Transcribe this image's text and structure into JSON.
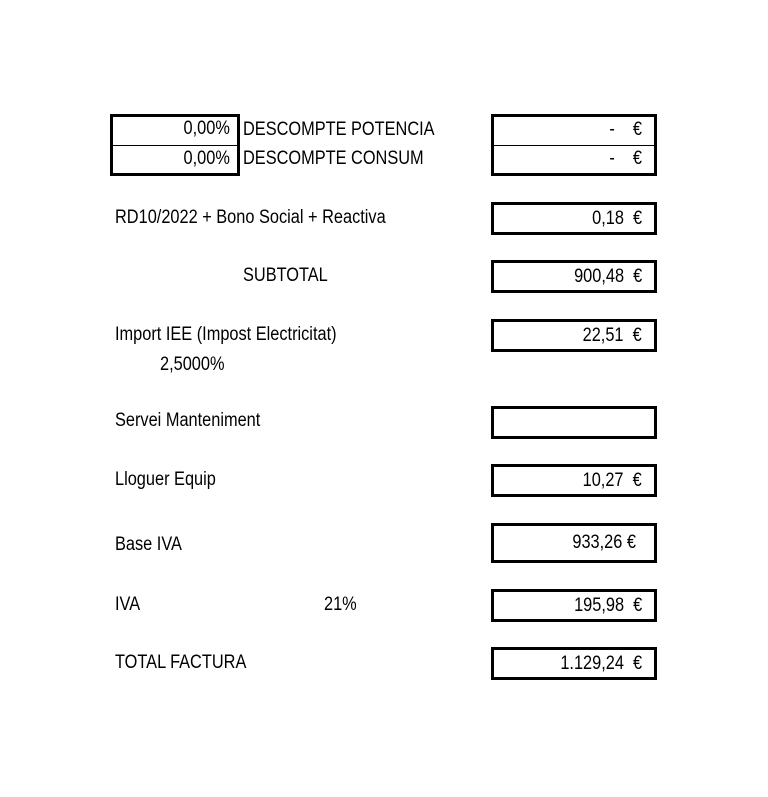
{
  "discounts": [
    {
      "percent": "0,00%",
      "label": "DESCOMPTE POTENCIA",
      "value": "-    €"
    },
    {
      "percent": "0,00%",
      "label": "DESCOMPTE CONSUM",
      "value": "-    €"
    }
  ],
  "rd": {
    "label": "RD10/2022 + Bono Social + Reactiva",
    "value": "0,18  €"
  },
  "subtotal": {
    "label": "SUBTOTAL",
    "value": "900,48  €"
  },
  "iee": {
    "label": "Import IEE (Impost Electricitat)",
    "rate": "2,5000%",
    "value": "22,51  €"
  },
  "maintenance": {
    "label": "Servei Manteniment",
    "value": ""
  },
  "rental": {
    "label": "Lloguer Equip",
    "value": "10,27  €"
  },
  "base_iva": {
    "label": "Base IVA",
    "value": "933,26 €"
  },
  "iva": {
    "label": "IVA",
    "rate": "21%",
    "value": "195,98  €"
  },
  "total": {
    "label": "TOTAL FACTURA",
    "value": "1.129,24  €"
  }
}
